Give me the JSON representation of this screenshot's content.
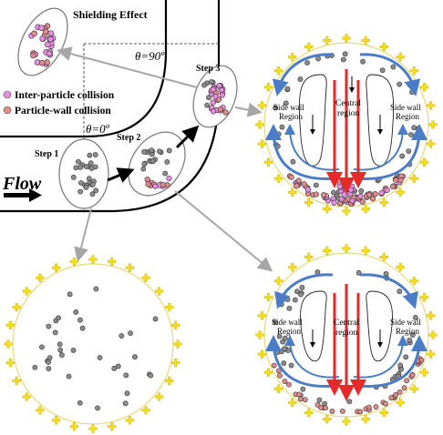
{
  "labels": {
    "shielding": "Shielding Effect",
    "theta90": "θ=90º",
    "theta0": "θ=0º",
    "step1": "Step 1",
    "step2": "Step 2",
    "step3": "Step 3",
    "flow": "Flow",
    "legend_inter": "Inter-particle collision",
    "legend_wall": "Particle-wall collision"
  },
  "cross_sections": {
    "top_right": {
      "side_left": [
        "Side wall",
        "Region"
      ],
      "central": [
        "Central",
        "region"
      ],
      "side_right": [
        "Side wall",
        "Region"
      ]
    },
    "bottom_right": {
      "side_left": [
        "Side wall",
        "Region"
      ],
      "central": [
        "Central",
        "region"
      ],
      "side_right": [
        "Side wall",
        "Region"
      ]
    }
  },
  "colors": {
    "pink_particle": "#e88de0",
    "wall_particle": "#e08a8a",
    "grey_particle": "#8c8c8c",
    "wall_cross": "#f7e017",
    "blue_arrow": "#4a7cc7",
    "red_arrow": "#e52a2a",
    "connector": "#a6a6a6"
  }
}
